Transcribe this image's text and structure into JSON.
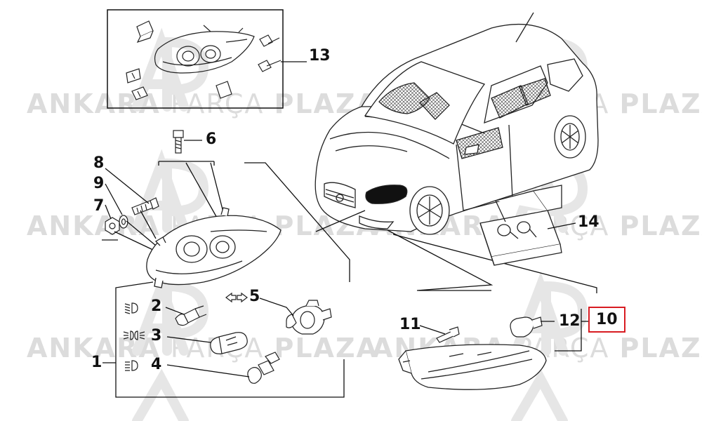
{
  "watermark": {
    "brand_a": "ANKARA",
    "brand_b": "PARÇA",
    "brand_c": "PLAZA",
    "logo_text": "AP",
    "color": "#dcdcdc"
  },
  "callouts": [
    "1",
    "2",
    "3",
    "4",
    "5",
    "6",
    "7",
    "8",
    "9",
    "10",
    "11",
    "12",
    "13",
    "14"
  ],
  "highlighted_callout": "10",
  "highlight_color": "#d81c22",
  "icons": {
    "low_beam": "low-beam-headlight-icon",
    "parking": "parking-light-icon",
    "high_beam": "high-beam-headlight-icon",
    "turn": "turn-signal-arrows-icon"
  }
}
